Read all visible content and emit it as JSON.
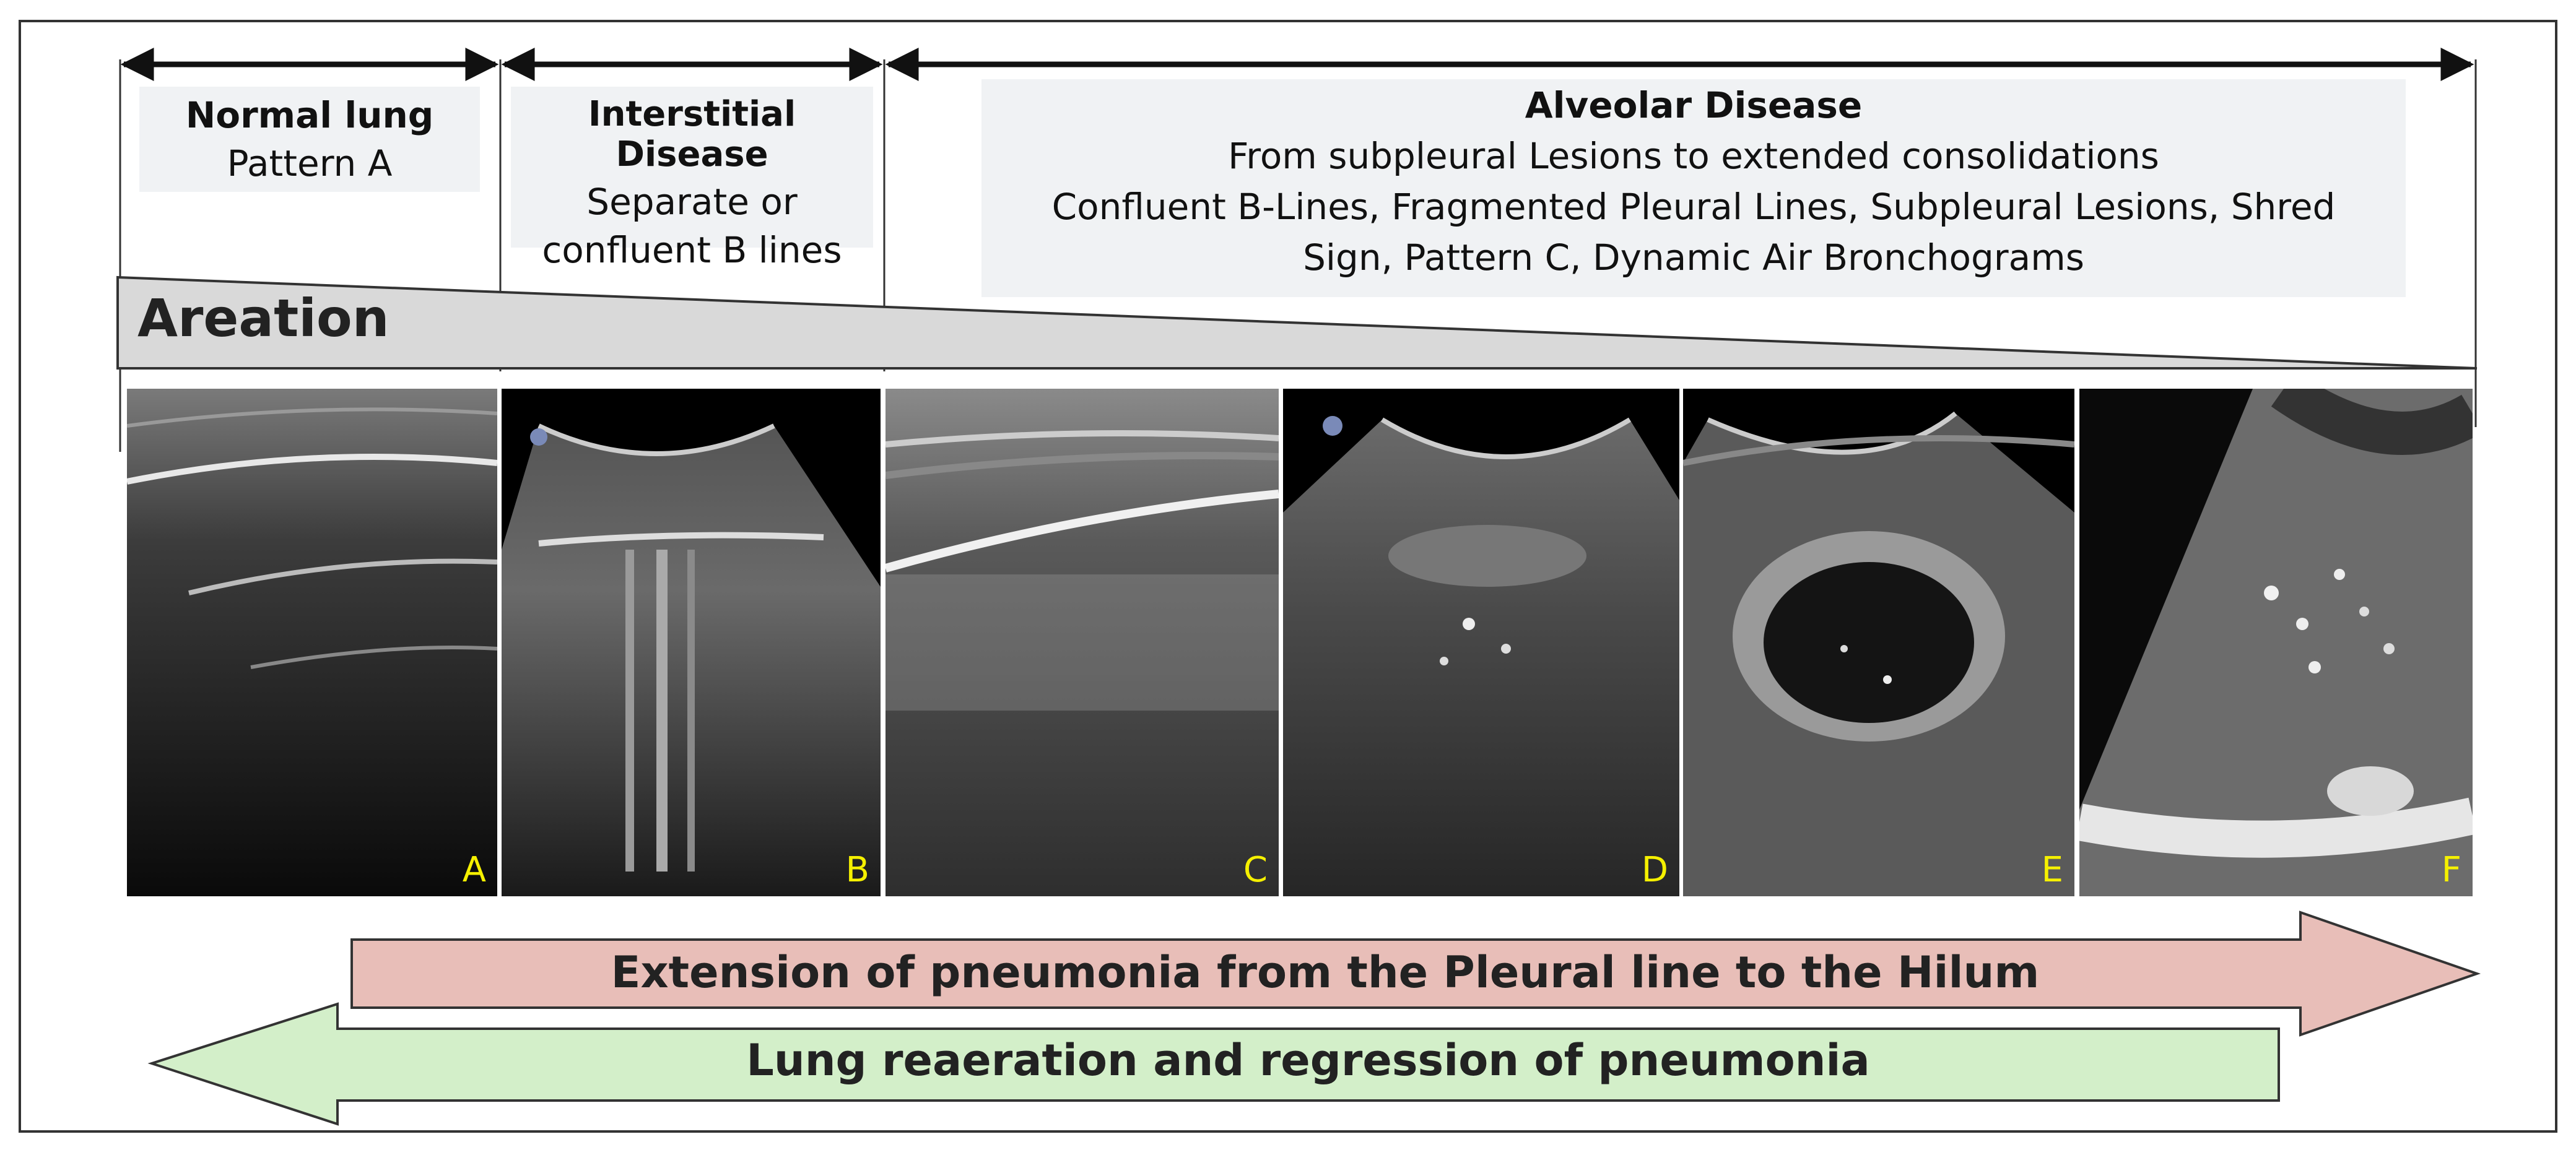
{
  "columns": {
    "normal": {
      "title": "Normal lung",
      "subtitle": "Pattern A"
    },
    "interstitial": {
      "title": "Interstitial Disease",
      "line1": "Separate or",
      "line2": "confluent B lines"
    },
    "alveolar": {
      "title": "Alveolar Disease",
      "line1": "From subpleural Lesions to extended consolidations",
      "line2": "Confluent B-Lines, Fragmented Pleural Lines, Subpleural Lesions, Shred",
      "line3": "Sign, Pattern C, Dynamic Air Bronchograms"
    }
  },
  "areation_label": "Areation",
  "panels": [
    {
      "label": "A",
      "icon": "linear-probe-ultrasound"
    },
    {
      "label": "B",
      "icon": "convex-probe-ultrasound"
    },
    {
      "label": "C",
      "icon": "linear-probe-ultrasound"
    },
    {
      "label": "D",
      "icon": "convex-probe-ultrasound"
    },
    {
      "label": "E",
      "icon": "convex-probe-ultrasound"
    },
    {
      "label": "F",
      "icon": "sector-ultrasound"
    }
  ],
  "arrows": {
    "extension": {
      "label": "Extension of pneumonia from the Pleural line to the Hilum",
      "color": "#e8beb8"
    },
    "regression": {
      "label": "Lung reaeration and regression of pneumonia",
      "color": "#d3efc9"
    }
  },
  "colors": {
    "panel_label": "#f5f000",
    "areation_fill": "#d9d9d9",
    "frame": "#333333"
  }
}
